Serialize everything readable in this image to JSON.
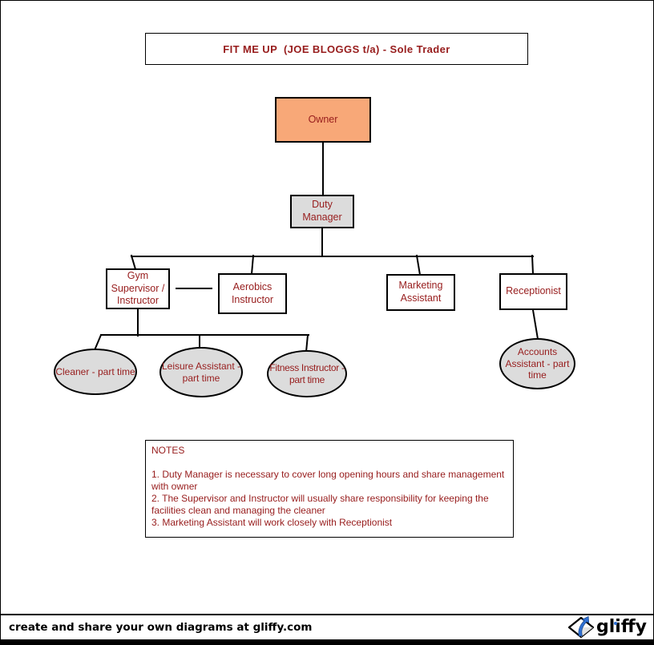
{
  "title": "FIT ME UP  (JOE BLOGGS t/a) - Sole Trader",
  "nodes": {
    "owner": {
      "label": "Owner",
      "fill": "#F8A878"
    },
    "duty_manager": {
      "label": "Duty Manager",
      "fill": "#DCDCDC"
    },
    "gym_supervisor": {
      "label": "Gym Supervisor / Instructor",
      "fill": "#FFFFFF"
    },
    "aerobics": {
      "label": "Aerobics Instructor",
      "fill": "#FFFFFF"
    },
    "marketing": {
      "label": "Marketing Assistant",
      "fill": "#FFFFFF"
    },
    "receptionist": {
      "label": "Receptionist",
      "fill": "#FFFFFF"
    },
    "cleaner": {
      "label": "Cleaner - part time",
      "fill": "#DCDCDC"
    },
    "leisure": {
      "label": "Leisure Assistant - part time",
      "fill": "#DCDCDC"
    },
    "fitness": {
      "label": "Fitness Instructor - part time",
      "fill": "#DCDCDC"
    },
    "accounts": {
      "label": "Accounts Assistant - part time",
      "fill": "#DCDCDC"
    }
  },
  "notes": {
    "heading": "NOTES",
    "items": [
      "1. Duty Manager is necessary to cover long opening hours and share management with owner",
      "2. The Supervisor and Instructor will usually share responsibility for keeping the facilities clean and managing the cleaner",
      "3. Marketing Assistant will work closely with Receptionist"
    ]
  },
  "footer": {
    "tagline": "create and share your own diagrams at gliffy.com",
    "brand": "gliffy"
  },
  "colors": {
    "diagram_text": "#971C1C",
    "owner_fill": "#F8A878",
    "gray_fill": "#DCDCDC",
    "line": "#000000",
    "brand_blue": "#2E6FD2"
  }
}
